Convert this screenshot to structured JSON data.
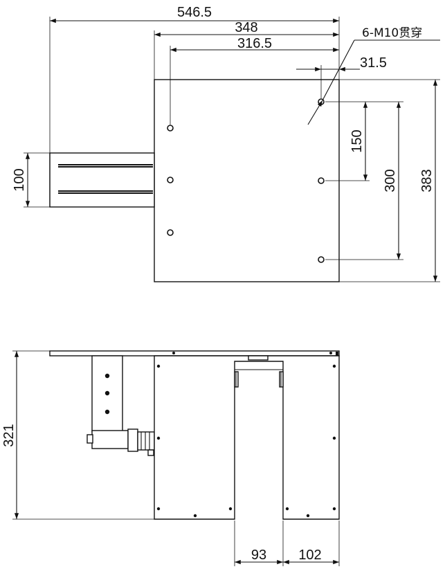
{
  "dimensions": {
    "overall_width": "546.5",
    "plate_width": "348",
    "hole_span_x": "316.5",
    "hole_offset": "31.5",
    "hole_pitch_150": "150",
    "hole_pitch_300": "300",
    "plate_height": "383",
    "arm_width": "100",
    "front_height": "321",
    "leg_left_width": "93",
    "leg_right_width": "102"
  },
  "notes": {
    "hole_callout": "6-M10贯穿"
  }
}
